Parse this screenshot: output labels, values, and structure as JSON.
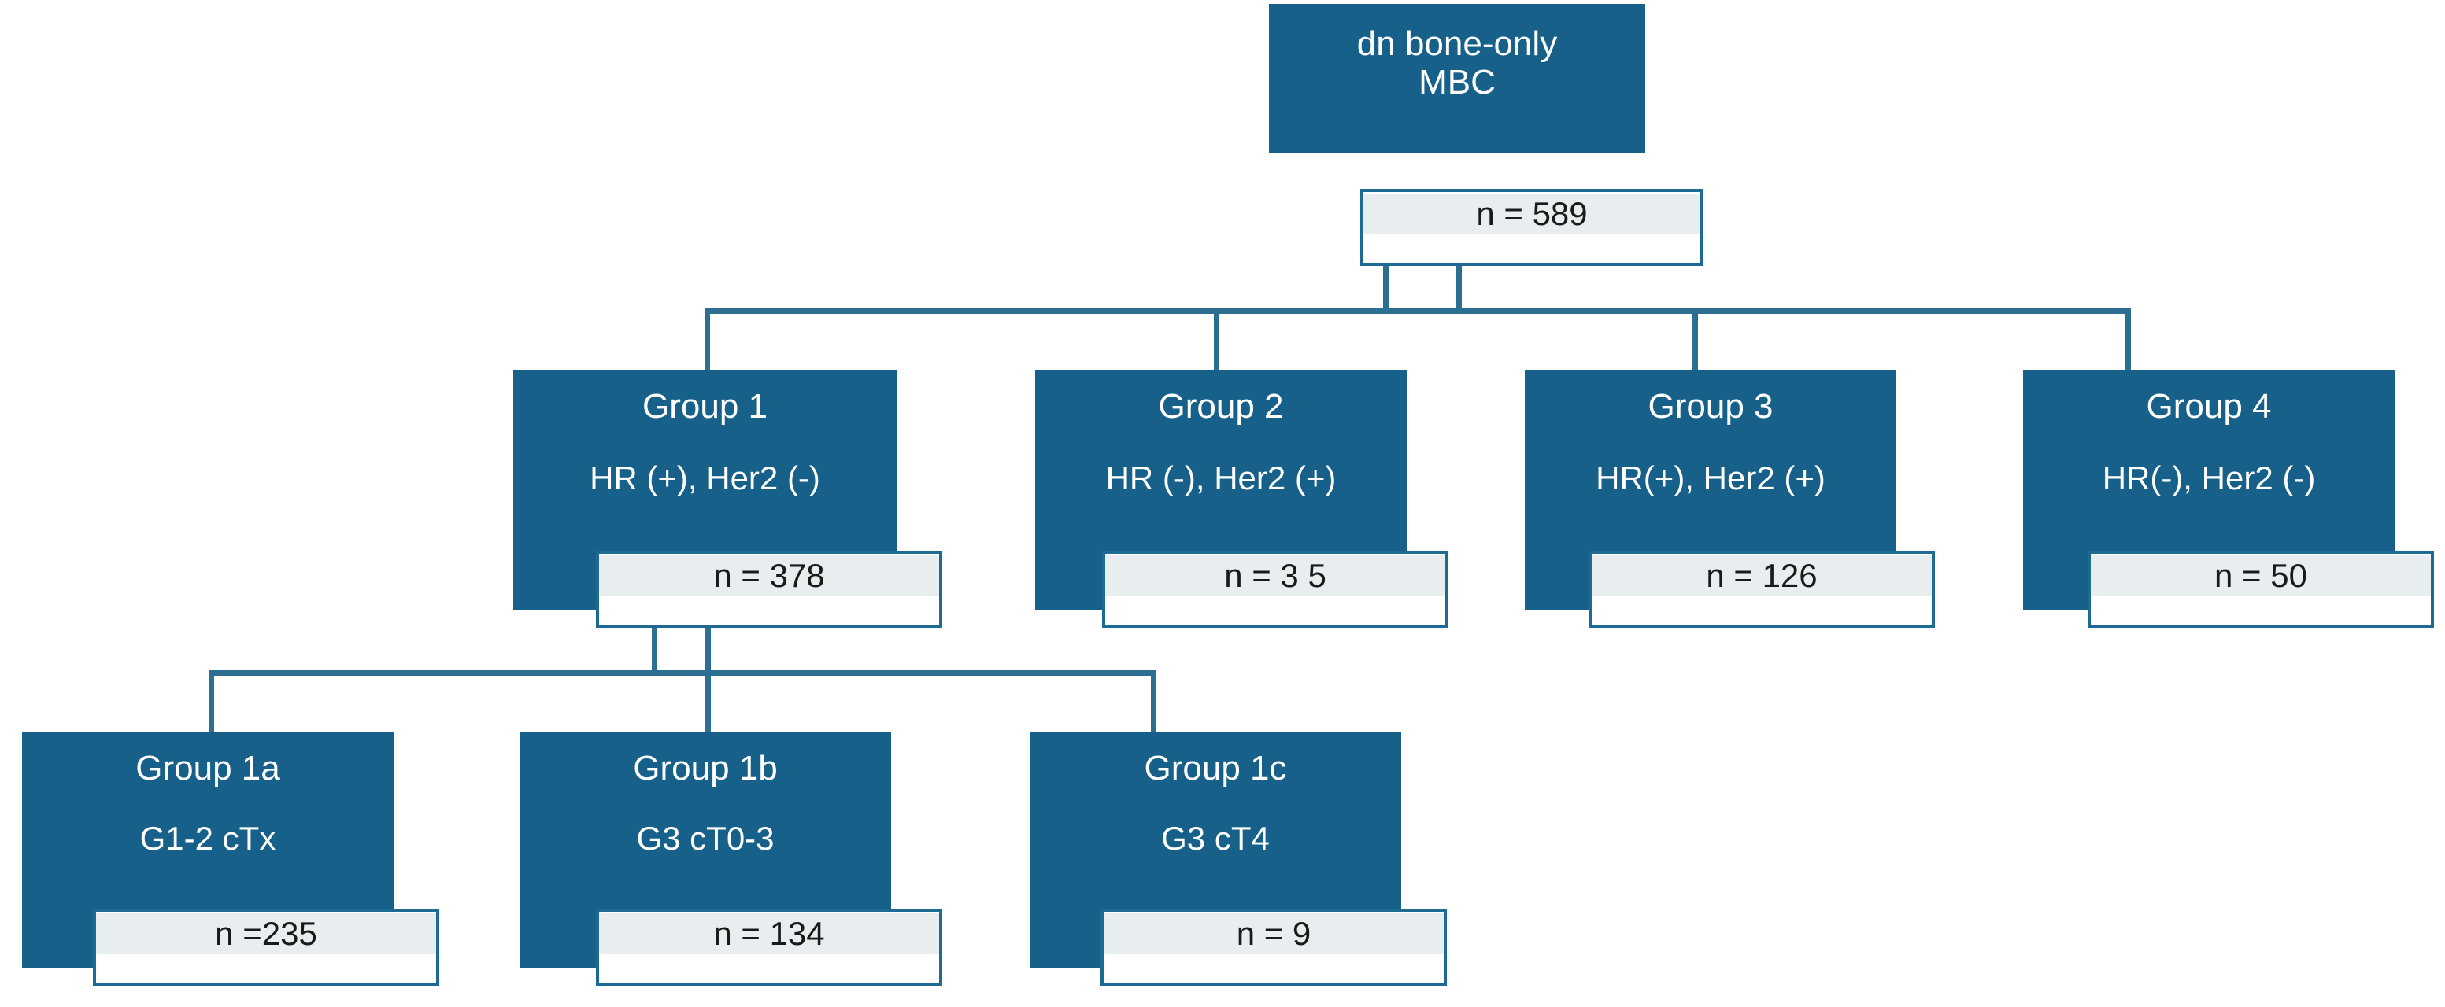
{
  "diagram": {
    "type": "flowchart",
    "orientation": "top-down",
    "colors": {
      "node_fill": "#16608a",
      "node_text": "#ffffff",
      "connector": "#2d6f91",
      "label_box_border": "#1d6a92",
      "label_box_fill": "#ffffff",
      "label_inner_fill": "#e8edf0",
      "label_text": "#1a1a1a",
      "background": "#ffffff"
    },
    "root": {
      "id": "root",
      "title": "dn bone-only\nMBC",
      "subtitle": "",
      "count_label": "n = 589"
    },
    "level2": [
      {
        "id": "group-1",
        "title": "Group 1",
        "subtitle": "HR (+), Her2 (-)",
        "count_label": "n = 378"
      },
      {
        "id": "group-2",
        "title": "Group 2",
        "subtitle": "HR (-), Her2 (+)",
        "count_label": "n = 3 5"
      },
      {
        "id": "group-3",
        "title": "Group 3",
        "subtitle": "HR(+), Her2 (+)",
        "count_label": "n = 126"
      },
      {
        "id": "group-4",
        "title": "Group 4",
        "subtitle": "HR(-), Her2 (-)",
        "count_label": "n = 50"
      }
    ],
    "level3": [
      {
        "id": "group-1a",
        "title": "Group 1a",
        "subtitle": "G1-2 cTx",
        "count_label": "n =235"
      },
      {
        "id": "group-1b",
        "title": "Group 1b",
        "subtitle": "G3 cT0-3",
        "count_label": "n = 134"
      },
      {
        "id": "group-1c",
        "title": "Group 1c",
        "subtitle": "G3 cT4",
        "count_label": "n = 9"
      }
    ]
  }
}
